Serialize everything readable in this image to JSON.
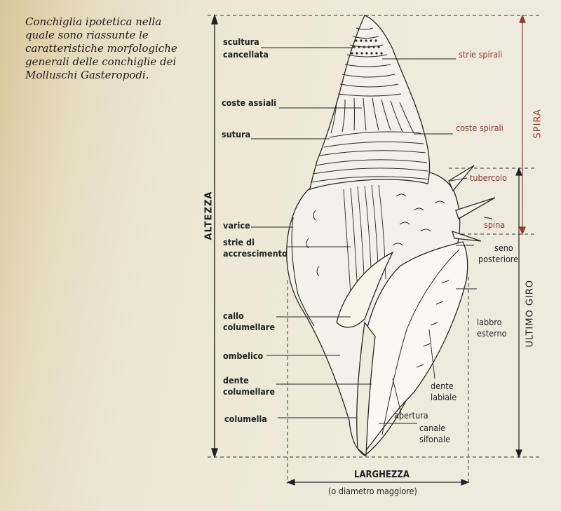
{
  "caption": "Conchiglia ipotetica nella quale sono riassunte le caratteristiche morfologiche generali delle conchiglie dei Molluschi Gasteropodi.",
  "labels_left": {
    "scultura": "scultura",
    "cancellata": "cancellata",
    "coste_assiali": "coste assiali",
    "sutura": "sutura",
    "varice": "varice",
    "strie_di": "strie di",
    "accrescimento": "accrescimento",
    "callo": "callo",
    "columellare": "columellare",
    "ombelico": "ombelico",
    "dente": "dente",
    "dente_columellare": "columellare",
    "columella": "columella"
  },
  "labels_right": {
    "strie_spirali": "strie spirali",
    "coste_spirali": "coste spirali",
    "tubercolo": "tubercolo",
    "spina": "spina",
    "seno": "seno",
    "posteriore": "posteriore",
    "labbro": "labbro",
    "esterno": "esterno",
    "dente_labiale_1": "dente",
    "dente_labiale_2": "labiale",
    "apertura": "apertura",
    "canale": "canale",
    "sifonale": "sifonale"
  },
  "dimensions": {
    "altezza": "ALTEZZA",
    "spira": "SPIRA",
    "ultimo_giro": "ULTIMO GIRO",
    "larghezza": "LARGHEZZA",
    "larghezza_note": "(o diametro maggiore)"
  },
  "colors": {
    "red_label": "#8b3a36",
    "ink": "#222222"
  }
}
